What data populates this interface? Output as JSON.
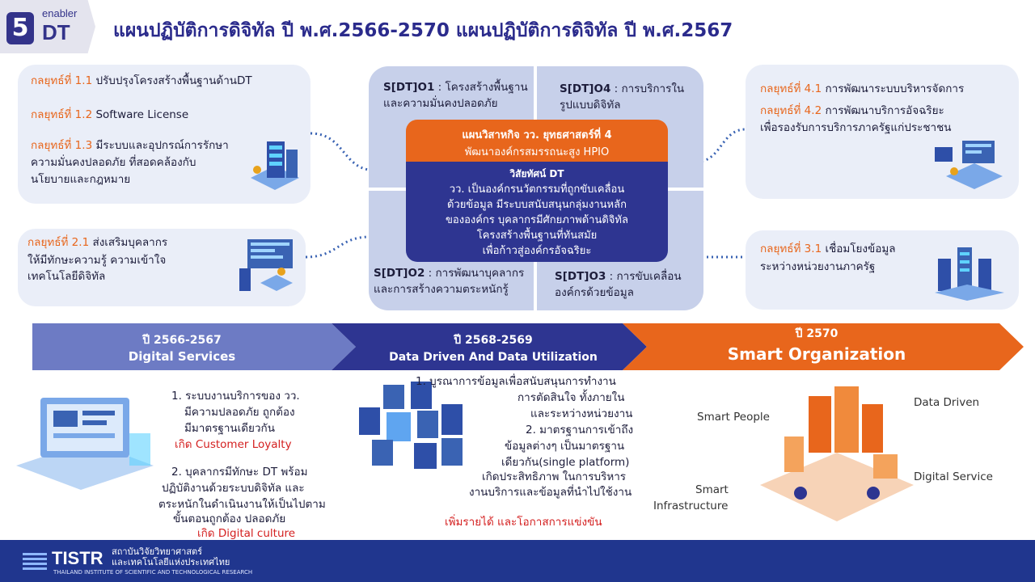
{
  "header": {
    "badge_number": "5",
    "badge_small": "enabler",
    "badge_big": "DT",
    "title": "แผนปฏิบัติการดิจิทัล ปี พ.ศ.2566-2570 แผนปฏิบัติการดิจิทัล ปี พ.ศ.2567"
  },
  "left_top": {
    "s11_label": "กลยุทธ์ที่ 1.1",
    "s11_text": "ปรับปรุงโครงสร้างพื้นฐานด้านDT",
    "s12_label": "กลยุทธ์ที่ 1.2",
    "s12_text": "Software License",
    "s13_label": "กลยุทธ์ที่ 1.3",
    "s13_text_1": "มีระบบและอุปกรณ์การรักษา",
    "s13_text_2": "ความมั่นคงปลอดภัย  ที่สอดคล้องกับ",
    "s13_text_3": "นโยบายและกฎหมาย"
  },
  "left_bottom": {
    "s21_label": "กลยุทธ์ที่ 2.1",
    "s21_text_1": "ส่งเสริมบุคลากร",
    "s21_text_2": "ให้มีทักษะความรู้  ความเข้าใจ",
    "s21_text_3": "เทคโนโลยีดิจิทัล"
  },
  "right_top": {
    "s41_label": "กลยุทธ์ที่ 4.1",
    "s41_text": "การพัฒนาระบบบริหารจัดการ",
    "s42_label": "กลยุทธ์ที่ 4.2",
    "s42_text_1": "การพัฒนาบริการอัจฉริยะ",
    "s42_text_2": "เพื่อรองรับการบริการภาครัฐแก่ประชาชน"
  },
  "right_bottom": {
    "s31_label": "กลยุทธ์ที่ 3.1",
    "s31_text_1": "เชื่อมโยงข้อมูล",
    "s31_text_2": "ระหว่างหน่วยงานภาครัฐ"
  },
  "center": {
    "q1_code": "S[DT]O1",
    "q1_text_1": ": โครงสร้างพื้นฐาน",
    "q1_text_2": "และความมั่นคงปลอดภัย",
    "q4_code": "S[DT]O4",
    "q4_text_1": ": การบริการใน",
    "q4_text_2": "รูปแบบดิจิทัล",
    "q2_code": "S[DT]O2",
    "q2_text_1": ": การพัฒนาบุคลากร",
    "q2_text_2": "และการสร้างความตระหนักรู้",
    "q3_code": "S[DT]O3",
    "q3_text_1": ": การขับเคลื่อน",
    "q3_text_2": "องค์กรด้วยข้อมูล",
    "mission_1": "แผนวิสาหกิจ วว. ยุทธศาสตร์ที่ 4",
    "mission_2": "พัฒนาองค์กรสมรรถนะสูง HPIO",
    "vision_title": "วิสัยทัศน์ DT",
    "vision_1": "วว. เป็นองค์กรนวัตกรรมที่ถูกขับเคลื่อน",
    "vision_2": "ด้วยข้อมูล มีระบบสนับสนุนกลุ่มงานหลัก",
    "vision_3": "ขององค์กร บุคลากรมีศักยภาพด้านดิจิทัล",
    "vision_4": "โครงสร้างพื้นฐานที่ทันสมัย",
    "vision_5": "เพื่อก้าวสู่องค์กรอัจฉริยะ"
  },
  "phases": [
    {
      "years": "ปี 2566-2567",
      "name": "Digital Services",
      "color": "#6d7bc4"
    },
    {
      "years": "ปี 2568-2569",
      "name": "Data Driven And Data Utilization",
      "color": "#2e3591"
    },
    {
      "years": "ปี 2570",
      "name": "Smart Organization",
      "color": "#e8661c"
    }
  ],
  "phase1": {
    "p1_l1": "1. ระบบงานบริการของ วว.",
    "p1_l2": "มีความปลอดภัย ถูกต้อง",
    "p1_l3": "มีมาตรฐานเดียวกัน",
    "p1_result_label": "เกิด",
    "p1_result": "Customer Loyalty",
    "p2_l1": "2. บุคลากรมีทักษะ DT พร้อม",
    "p2_l2": "ปฏิบัติงานด้วยระบบดิจิทัล และ",
    "p2_l3": "ตระหนักในดำเนินงานให้เป็นไปตาม",
    "p2_l4": "ขั้นตอนถูกต้อง ปลอดภัย",
    "p2_result_label": "เกิด",
    "p2_result": "Digital culture"
  },
  "phase2": {
    "l1": "1.    บูรณาการข้อมูลเพื่อสนับสนุนการทำงาน",
    "l2": "การตัดสินใจ ทั้งภายใน",
    "l3": "และระหว่างหน่วยงาน",
    "l4": "2. มาตรฐานการเข้าถึง",
    "l5": "ข้อมูลต่างๆ เป็นมาตรฐาน",
    "l6": "เดียวกัน(single platform)",
    "l7": "เกิดประสิทธิภาพ ในการบริหาร",
    "l8": "งานบริการและข้อมูลที่นำไปใช้งาน",
    "result": "เพิ่มรายได้ และโอกาสการแข่งขัน"
  },
  "phase3": {
    "smart_people": "Smart People",
    "data_driven": "Data Driven",
    "digital_service": "Digital Service",
    "smart_infra_1": "Smart",
    "smart_infra_2": "Infrastructure"
  },
  "footer": {
    "brand": "TISTR",
    "th_1": "สถาบันวิจัยวิทยาศาสตร์",
    "th_2": "และเทคโนโลยีแห่งประเทศไทย",
    "en": "THAILAND INSTITUTE OF SCIENTIFIC AND TECHNOLOGICAL RESEARCH"
  },
  "colors": {
    "navy": "#2e3591",
    "orange": "#e8661c",
    "card": "#eaeef8",
    "quad": "#c7d0ea",
    "red": "#d42020"
  }
}
